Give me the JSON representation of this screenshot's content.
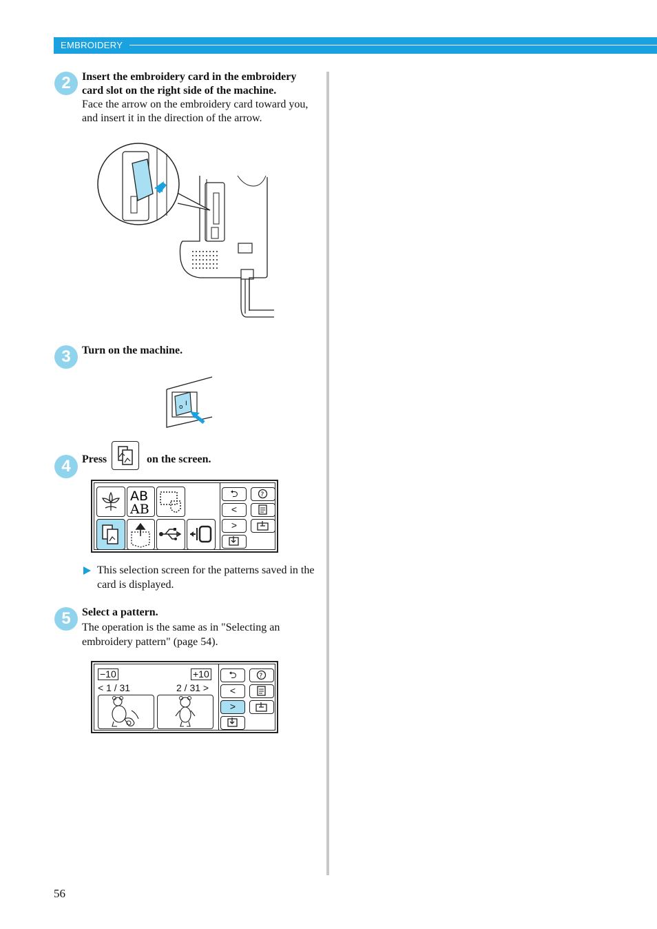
{
  "header": {
    "section": "EMBROIDERY"
  },
  "steps": [
    {
      "number": "2",
      "title": "Insert the embroidery card in the embroidery card slot on the right side of the machine.",
      "body": "Face the arrow on the embroidery card toward you, and insert it in the direction of the arrow."
    },
    {
      "number": "3",
      "title": "Turn on the machine."
    },
    {
      "number": "4",
      "press": "Press",
      "after": "on the screen."
    },
    {
      "number": "5",
      "title": "Select a pattern.",
      "body": "The operation is the same as in \"Selecting an embroidery pattern\" (page 54)."
    }
  ],
  "note": "This selection screen for the patterns saved in the card is displayed.",
  "screen2": {
    "minus10": "−10",
    "plus10": "+10",
    "page_left": "< 1 / 31",
    "page_right": "2 / 31 >"
  },
  "nav_buttons": {
    "back": "⮌",
    "prev": "<",
    "next": ">"
  },
  "page_number": "56",
  "colors": {
    "accent": "#1aa2e0",
    "step_circle": "#8fd4ec",
    "selected": "#a8dff2"
  }
}
